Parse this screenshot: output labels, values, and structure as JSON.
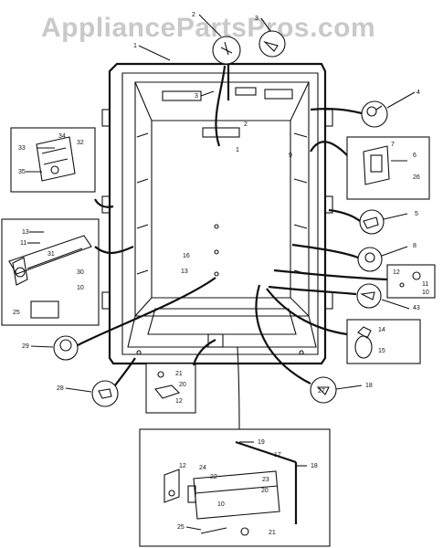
{
  "watermark": "AppliancePartsPros.com",
  "callouts": [
    {
      "id": "c1",
      "text": "1"
    },
    {
      "id": "c2",
      "text": "2"
    },
    {
      "id": "c3",
      "text": "3"
    },
    {
      "id": "c3b",
      "text": "3"
    },
    {
      "id": "c4",
      "text": "4"
    },
    {
      "id": "c2b",
      "text": "2"
    },
    {
      "id": "c1b",
      "text": "1"
    },
    {
      "id": "c34",
      "text": "34"
    },
    {
      "id": "c32",
      "text": "32"
    },
    {
      "id": "c33",
      "text": "33"
    },
    {
      "id": "c35",
      "text": "35"
    },
    {
      "id": "c7",
      "text": "7"
    },
    {
      "id": "c6",
      "text": "6"
    },
    {
      "id": "c26",
      "text": "26"
    },
    {
      "id": "c5",
      "text": "5"
    },
    {
      "id": "c8",
      "text": "8"
    },
    {
      "id": "c9",
      "text": "9"
    },
    {
      "id": "c13a",
      "text": "13"
    },
    {
      "id": "c11a",
      "text": "11"
    },
    {
      "id": "c31",
      "text": "31"
    },
    {
      "id": "c30",
      "text": "30"
    },
    {
      "id": "c10a",
      "text": "10"
    },
    {
      "id": "c25a",
      "text": "25"
    },
    {
      "id": "c16",
      "text": "16"
    },
    {
      "id": "c13b",
      "text": "13"
    },
    {
      "id": "c12a",
      "text": "12"
    },
    {
      "id": "c11b",
      "text": "11"
    },
    {
      "id": "c10b",
      "text": "10"
    },
    {
      "id": "c43",
      "text": "43"
    },
    {
      "id": "c14",
      "text": "14"
    },
    {
      "id": "c15",
      "text": "15"
    },
    {
      "id": "c29",
      "text": "29"
    },
    {
      "id": "c28",
      "text": "28"
    },
    {
      "id": "c27",
      "text": "27"
    },
    {
      "id": "c18",
      "text": "18"
    },
    {
      "id": "c21a",
      "text": "21"
    },
    {
      "id": "c20a",
      "text": "20"
    },
    {
      "id": "c12b",
      "text": "12"
    },
    {
      "id": "c19",
      "text": "19"
    },
    {
      "id": "c17",
      "text": "17"
    },
    {
      "id": "c18b",
      "text": "18"
    },
    {
      "id": "c12c",
      "text": "12"
    },
    {
      "id": "c24",
      "text": "24"
    },
    {
      "id": "c22",
      "text": "22"
    },
    {
      "id": "c23",
      "text": "23"
    },
    {
      "id": "c20b",
      "text": "20"
    },
    {
      "id": "c10c",
      "text": "10"
    },
    {
      "id": "c25b",
      "text": "25"
    },
    {
      "id": "c21b",
      "text": "21"
    }
  ]
}
